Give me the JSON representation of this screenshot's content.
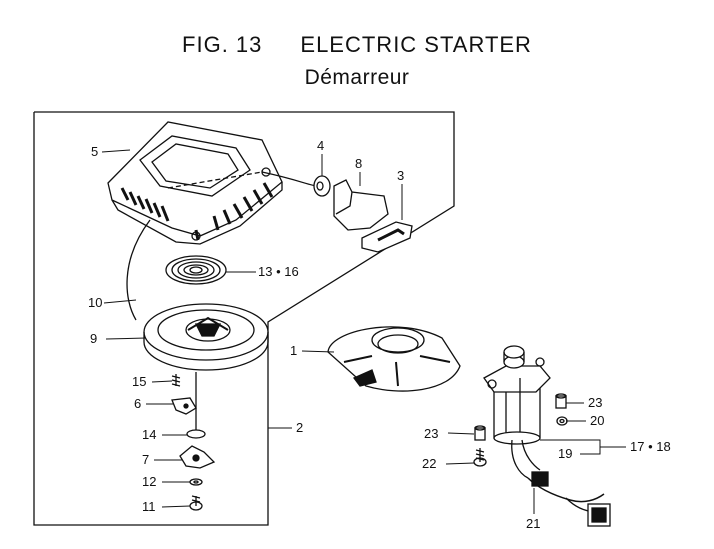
{
  "title": {
    "fig": "FIG. 13",
    "name": "ELECTRIC  STARTER",
    "subtitle": "Démarreur"
  },
  "parts": [
    {
      "key": "p5",
      "label": "5"
    },
    {
      "key": "p4",
      "label": "4"
    },
    {
      "key": "p8",
      "label": "8"
    },
    {
      "key": "p3",
      "label": "3"
    },
    {
      "key": "p1316",
      "label": "13 • 16"
    },
    {
      "key": "p10",
      "label": "10"
    },
    {
      "key": "p9",
      "label": "9"
    },
    {
      "key": "p1",
      "label": "1"
    },
    {
      "key": "p15",
      "label": "15"
    },
    {
      "key": "p6",
      "label": "6"
    },
    {
      "key": "p14",
      "label": "14"
    },
    {
      "key": "p2",
      "label": "2"
    },
    {
      "key": "p7",
      "label": "7"
    },
    {
      "key": "p12",
      "label": "12"
    },
    {
      "key": "p11",
      "label": "11"
    },
    {
      "key": "p23a",
      "label": "23"
    },
    {
      "key": "p20",
      "label": "20"
    },
    {
      "key": "p23b",
      "label": "23"
    },
    {
      "key": "p1718",
      "label": "17 • 18"
    },
    {
      "key": "p19",
      "label": "19"
    },
    {
      "key": "p22",
      "label": "22"
    },
    {
      "key": "p21",
      "label": "21"
    }
  ]
}
